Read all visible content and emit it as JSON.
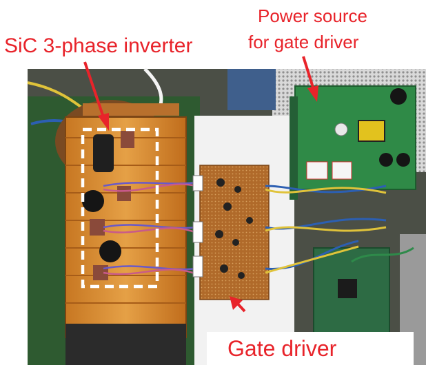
{
  "labels": {
    "inverter": "SiC 3-phase inverter",
    "power_source_line1": "Power source",
    "power_source_line2": "for gate driver",
    "gate_driver": "Gate driver"
  },
  "colors": {
    "annotation": "#e8232a",
    "dashed_box": "#ffffff",
    "heatsink": "#d7892b",
    "pcb_green": "#2f8a47",
    "pcb_brown": "#b06a2a",
    "background_board": "#3a6b2f",
    "white_board": "#f2f2f2"
  }
}
